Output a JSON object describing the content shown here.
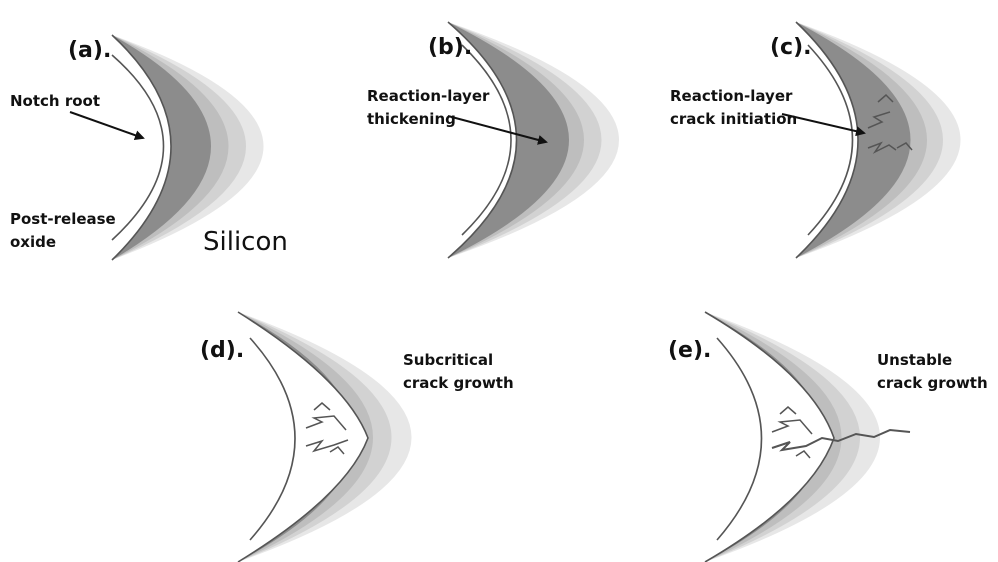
{
  "colors": {
    "band_outer": "#e7e7e7",
    "band_mid": "#d2d2d2",
    "band_inner": "#bebebe",
    "band_core": "#8c8c8c",
    "oxide_fill": "#ffffff",
    "line": "#555555",
    "text": "#111111"
  },
  "panels": [
    {
      "label": "(a).",
      "annotations": [
        "Notch root",
        "Post-release",
        "oxide",
        "Silicon"
      ]
    },
    {
      "label": "(b).",
      "annotations": [
        "Reaction-layer",
        "thickening"
      ]
    },
    {
      "label": "(c).",
      "annotations": [
        "Reaction-layer",
        "crack initiation"
      ]
    },
    {
      "label": "(d).",
      "annotations": [
        "Subcritical",
        "crack growth"
      ]
    },
    {
      "label": "(e).",
      "annotations": [
        "Unstable",
        "crack growth"
      ]
    }
  ]
}
